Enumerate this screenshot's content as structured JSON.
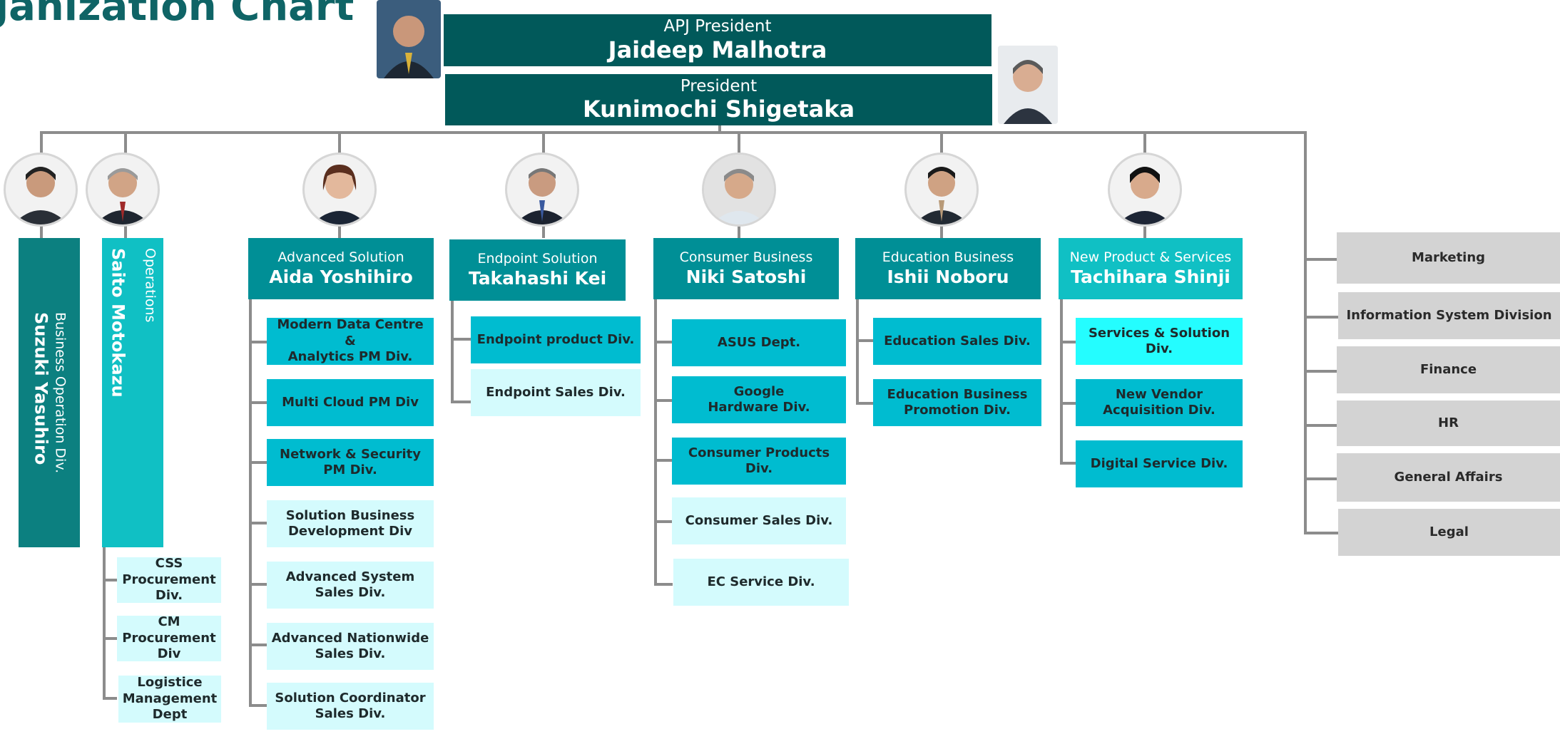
{
  "page": {
    "title": "ganization Chart"
  },
  "top": [
    {
      "role": "APJ President",
      "name": "Jaideep Malhotra"
    },
    {
      "role": "President",
      "name": "Kunimochi Shigetaka"
    }
  ],
  "operations": [
    {
      "role": "Business Operation Div.",
      "name": "Suzuki Yasuhiro"
    },
    {
      "role": "Operations",
      "name": "Saito Motokazu"
    }
  ],
  "operations_divs": [
    "CSS\nProcurement Div.",
    "CM\nProcurement Div",
    "Logistice\nManagement\nDept"
  ],
  "departments": [
    {
      "role": "Advanced Solution",
      "name": "Aida Yoshihiro",
      "divisions": [
        "Modern Data Centre &\nAnalytics PM Div.",
        "Multi Cloud PM Div",
        "Network & Security\nPM Div.",
        "Solution Business\nDevelopment Div",
        "Advanced System\nSales Div.",
        "Advanced Nationwide\nSales Div.",
        "Solution Coordinator\nSales Div."
      ]
    },
    {
      "role": "Endpoint Solution",
      "name": "Takahashi Kei",
      "divisions": [
        "Endpoint product Div.",
        "Endpoint Sales Div."
      ]
    },
    {
      "role": "Consumer Business",
      "name": "Niki Satoshi",
      "divisions": [
        "ASUS Dept.",
        "Google\nHardware Div.",
        "Consumer Products Div.",
        "Consumer Sales Div.",
        "EC Service Div."
      ]
    },
    {
      "role": "Education Business",
      "name": "Ishii Noboru",
      "divisions": [
        "Education Sales Div.",
        "Education Business\nPromotion Div."
      ]
    },
    {
      "role": "New Product & Services",
      "name": "Tachihara Shinji",
      "divisions": [
        "Services & Solution Div.",
        "New Vendor\nAcquisition Div.",
        "Digital Service Div."
      ]
    }
  ],
  "corporate": [
    "Marketing",
    "Information System Division",
    "Finance",
    "HR",
    "General Affairs",
    "Legal"
  ],
  "colors": {
    "exec": "#01595a",
    "dark_teal": "#0c8080",
    "teal": "#008f96",
    "turquoise": "#10c0c4",
    "mid": "#00bcd0",
    "light": "#d4fbfd",
    "bright": "#24fdff",
    "gray": "#d3d3d3",
    "line": "#8c8c8c"
  },
  "icons": [
    "person-photo-icon"
  ]
}
